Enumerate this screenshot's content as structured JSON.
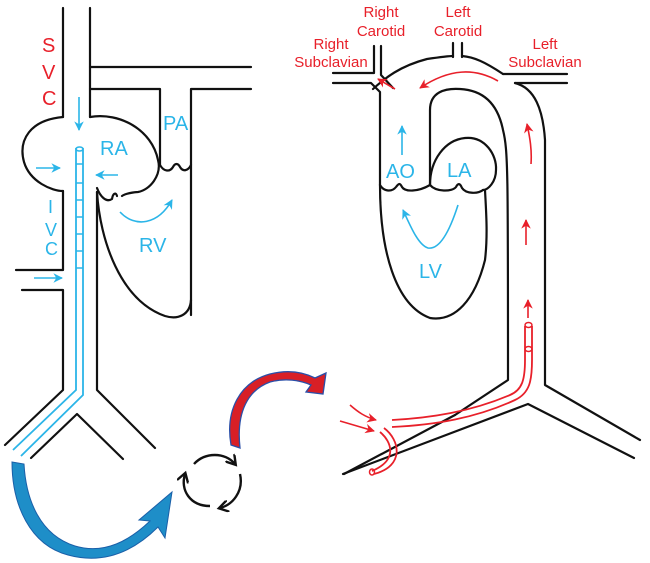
{
  "diagram": {
    "title": "Catheter paths through right heart (venous) and left heart / aorta (arterial)",
    "colors": {
      "venous_catheter": "#2bb5e8",
      "arterial_catheter": "#e8202a",
      "outline": "#111111",
      "venous_arrow_fill": "#1e8ec8",
      "arterial_arrow_fill": "#d81f26"
    },
    "left_heart_labels": {
      "svc": [
        "S",
        "V",
        "C"
      ],
      "ivc": [
        "I",
        "V",
        "C"
      ],
      "ra": "RA",
      "rv": "RV",
      "pa": "PA"
    },
    "right_heart_labels": {
      "ao": "AO",
      "la": "LA",
      "lv": "LV"
    },
    "aortic_branches": [
      {
        "line1": "Right",
        "line2": "Subclavian"
      },
      {
        "line1": "Right",
        "line2": "Carotid"
      },
      {
        "line1": "Left",
        "line2": "Carotid"
      },
      {
        "line1": "Left",
        "line2": "Subclavian"
      }
    ],
    "icons": {
      "cycle": "cycle-arrows-icon",
      "venous_to_cycle": "curved-arrow-blue-icon",
      "cycle_to_arterial": "curved-arrow-red-icon"
    }
  }
}
